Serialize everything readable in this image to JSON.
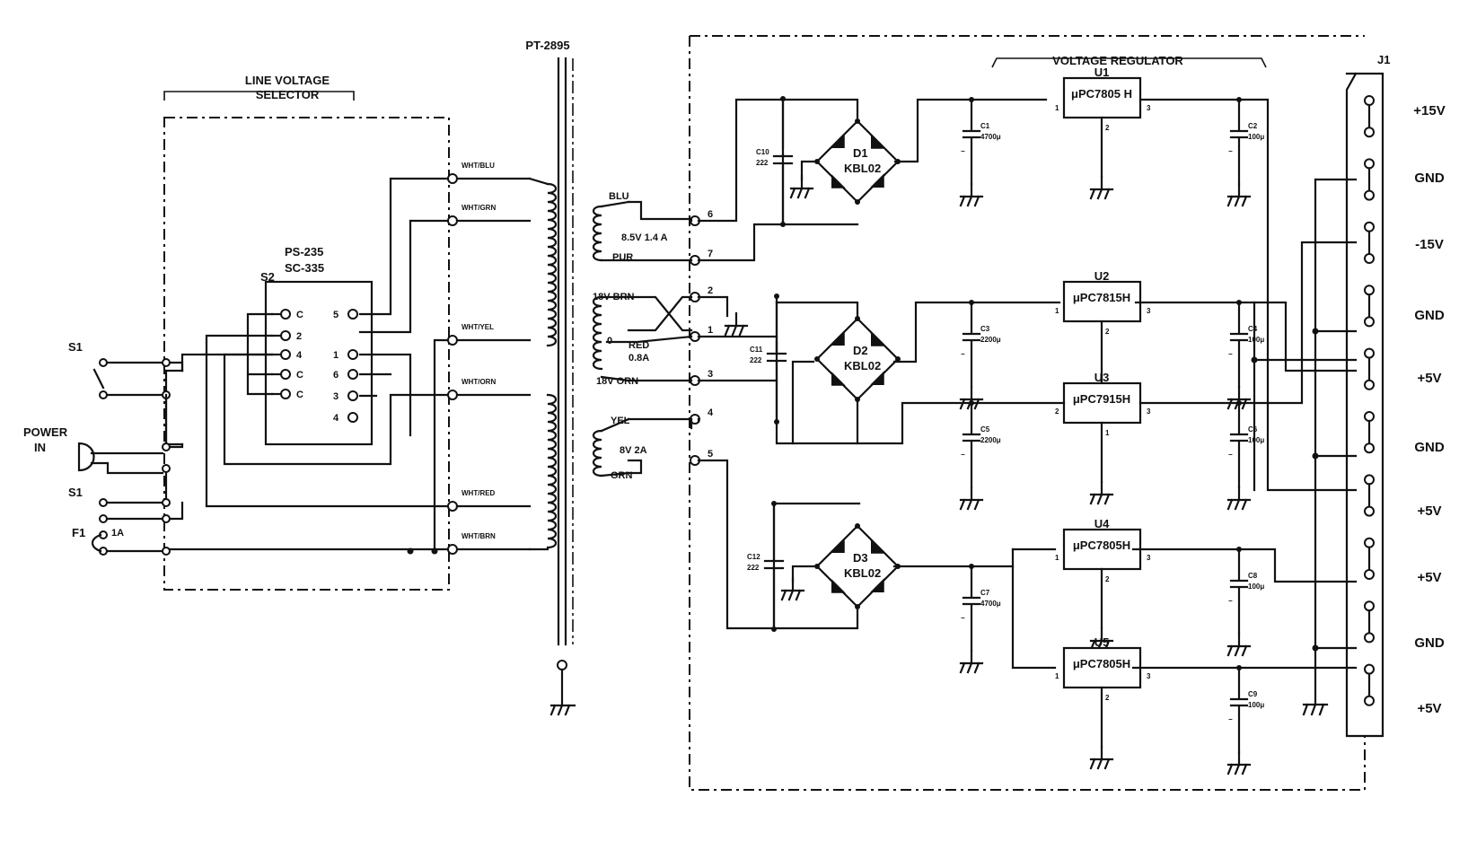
{
  "headings": {
    "line_voltage_selector": "LINE VOLTAGE\nSELECTOR",
    "transformer": "PT-2895",
    "voltage_regulator": "VOLTAGE  REGULATOR",
    "connector": "J1"
  },
  "selector_switch": {
    "models": [
      "PS-235",
      "SC-335"
    ],
    "ref": "S2",
    "left_pins": [
      "C",
      "2",
      "4",
      "C",
      "C"
    ],
    "right_pins": [
      "5",
      "1",
      "6",
      "3",
      "4"
    ]
  },
  "input": {
    "power_in": "POWER\nIN",
    "switch1": "S1",
    "switch1b": "S1",
    "fuse": "F1",
    "fuse_rating": "1A"
  },
  "primary_taps": [
    "WHT/BLU",
    "WHT/GRN",
    "WHT/YEL",
    "WHT/ORN",
    "WHT/RED",
    "WHT/BRN"
  ],
  "secondaries": [
    {
      "top": "BLU",
      "rating": "8.5V  1.4 A",
      "bottom": "PUR",
      "pins": [
        "6",
        "7"
      ]
    },
    {
      "top": "18V BRN",
      "center": "0",
      "center_tap": "RED",
      "rating": "0.8A",
      "bottom": "18V ORN",
      "pins": [
        "2",
        "1",
        "3"
      ]
    },
    {
      "top": "YEL",
      "rating": "8V  2A",
      "bottom": "GRN",
      "pins": [
        "4",
        "5"
      ]
    }
  ],
  "rectifiers": [
    {
      "ref": "D1",
      "part": "KBL02",
      "cap_ref": "C10",
      "cap_val": "222"
    },
    {
      "ref": "D2",
      "part": "KBL02",
      "cap_ref": "C11",
      "cap_val": "222"
    },
    {
      "ref": "D3",
      "part": "KBL02",
      "cap_ref": "C12",
      "cap_val": "222"
    }
  ],
  "regulators": [
    {
      "ref": "U1",
      "part": "μPC7805 H",
      "pins": [
        "1",
        "2",
        "3"
      ]
    },
    {
      "ref": "U2",
      "part": "μPC7815H",
      "pins": [
        "1",
        "2",
        "3"
      ]
    },
    {
      "ref": "U3",
      "part": "μPC7915H",
      "pins": [
        "2",
        "1",
        "3"
      ]
    },
    {
      "ref": "U4",
      "part": "μPC7805H",
      "pins": [
        "1",
        "2",
        "3"
      ]
    },
    {
      "ref": "U5",
      "part": "μPC7805H",
      "pins": [
        "1",
        "2",
        "3"
      ]
    }
  ],
  "capacitors": [
    {
      "ref": "C1",
      "val": "4700μ"
    },
    {
      "ref": "C2",
      "val": "100μ"
    },
    {
      "ref": "C3",
      "val": "2200μ"
    },
    {
      "ref": "C4",
      "val": "100μ"
    },
    {
      "ref": "C5",
      "val": "2200μ"
    },
    {
      "ref": "C6",
      "val": "100μ"
    },
    {
      "ref": "C7",
      "val": "4700μ"
    },
    {
      "ref": "C8",
      "val": "100μ"
    },
    {
      "ref": "C9",
      "val": "100μ"
    }
  ],
  "outputs": [
    "+15V",
    "GND",
    "-15V",
    "GND",
    "+5V",
    "GND",
    "+5V",
    "+5V",
    "GND",
    "+5V"
  ]
}
